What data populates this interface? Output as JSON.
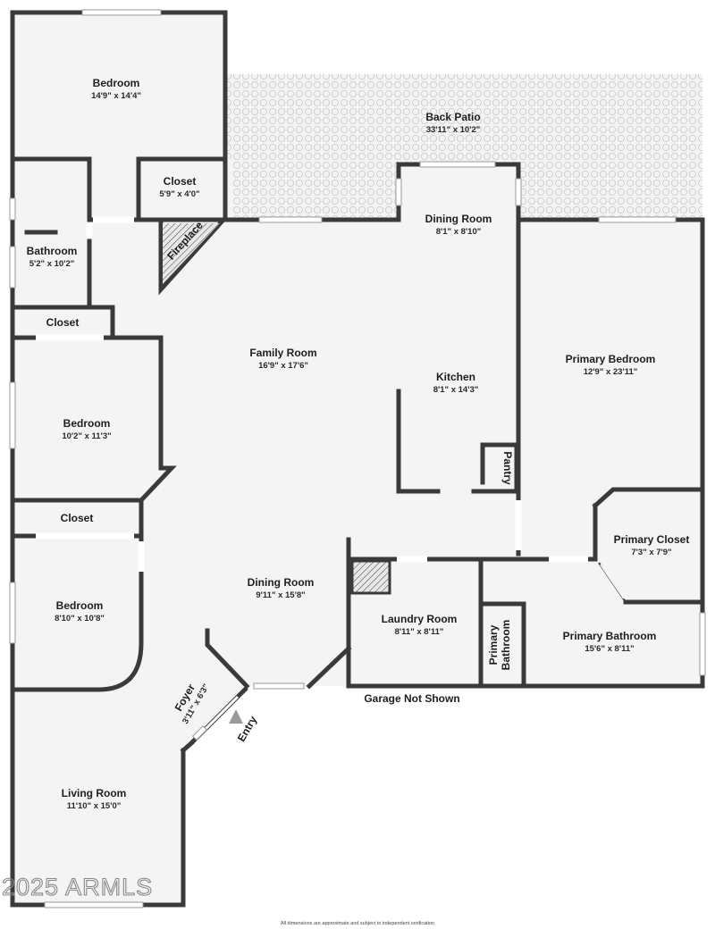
{
  "rooms": {
    "bedroom_top": {
      "name": "Bedroom",
      "dims": "14'9\" x 14'4\""
    },
    "closet_top": {
      "name": "Closet",
      "dims": "5'9\" x 4'0\""
    },
    "back_patio": {
      "name": "Back Patio",
      "dims": "33'11\" x 10'2\""
    },
    "dining_top": {
      "name": "Dining Room",
      "dims": "8'1\" x 8'10\""
    },
    "bathroom": {
      "name": "Bathroom",
      "dims": "5'2\" x 10'2\""
    },
    "fireplace": {
      "name": "Fireplace"
    },
    "closet_mid": {
      "name": "Closet"
    },
    "family_room": {
      "name": "Family Room",
      "dims": "16'9\" x 17'6\""
    },
    "kitchen": {
      "name": "Kitchen",
      "dims": "8'1\" x 14'3\""
    },
    "primary_bedroom": {
      "name": "Primary Bedroom",
      "dims": "12'9\" x 23'11\""
    },
    "bedroom_mid": {
      "name": "Bedroom",
      "dims": "10'2\" x 11'3\""
    },
    "pantry": {
      "name": "Pantry"
    },
    "closet_low": {
      "name": "Closet"
    },
    "primary_closet": {
      "name": "Primary Closet",
      "dims": "7'3\" x 7'9\""
    },
    "bedroom_low": {
      "name": "Bedroom",
      "dims": "8'10\" x 10'8\""
    },
    "dining_main": {
      "name": "Dining Room",
      "dims": "9'11\" x 15'8\""
    },
    "laundry": {
      "name": "Laundry Room",
      "dims": "8'11\" x 8'11\""
    },
    "primary_bath_small": {
      "name_line1": "Primary",
      "name_line2": "Bathroom"
    },
    "primary_bathroom": {
      "name": "Primary Bathroom",
      "dims": "15'6\" x 8'11\""
    },
    "foyer": {
      "name": "Foyer",
      "dims": "3'11\" x 6'3\""
    },
    "living_room": {
      "name": "Living Room",
      "dims": "11'10\" x 15'0\""
    }
  },
  "labels": {
    "garage": "Garage Not Shown",
    "entry": "Entry",
    "watermark": "2025 ARMLS",
    "disclaimer": "All dimensions are approximate and subject to independent verification"
  },
  "colors": {
    "wall": "#3a3a3a",
    "floor": "#f4f4f4",
    "patio": "#f2f2f2",
    "entry_arrow": "#9a9a9a"
  }
}
